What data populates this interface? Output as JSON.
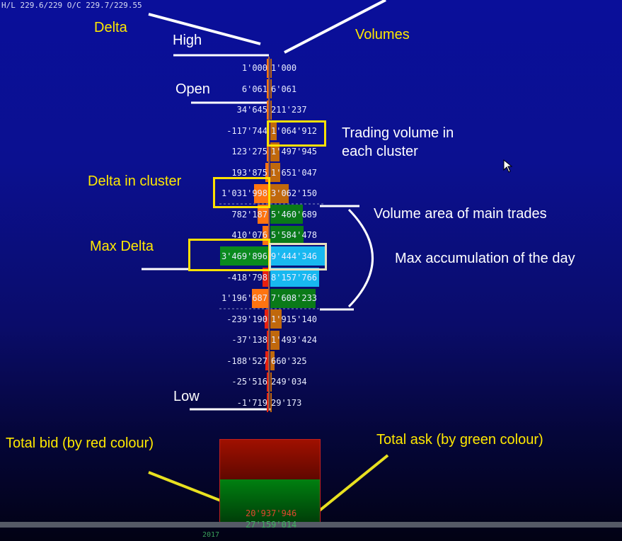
{
  "header": {
    "info": "H/L 229.6/229 O/C 229.7/229.55"
  },
  "colors": {
    "neg_delta": "#e82010",
    "pos_delta": "#ff7410",
    "max_delta": "#0a8a1e",
    "volume": "#c0680c",
    "value_area": "#0a7a18",
    "max_volume": "#18b8f0"
  },
  "rows": [
    {
      "delta": "1'000",
      "volume": "1'000",
      "d": 1000,
      "v": 1000,
      "zone": "normal"
    },
    {
      "delta": "6'061",
      "volume": "6'061",
      "d": 6061,
      "v": 6061,
      "zone": "normal"
    },
    {
      "delta": "34'645",
      "volume": "211'237",
      "d": 34645,
      "v": 211237,
      "zone": "normal"
    },
    {
      "delta": "-117'744",
      "volume": "1'064'912",
      "d": -117744,
      "v": 1064912,
      "zone": "normal"
    },
    {
      "delta": "123'275",
      "volume": "1'497'945",
      "d": 123275,
      "v": 1497945,
      "zone": "normal"
    },
    {
      "delta": "193'875",
      "volume": "1'651'047",
      "d": 193875,
      "v": 1651047,
      "zone": "normal"
    },
    {
      "delta": "1'031'998",
      "volume": "3'062'150",
      "d": 1031998,
      "v": 3062150,
      "zone": "normal"
    },
    {
      "delta": "782'187",
      "volume": "5'460'689",
      "d": 782187,
      "v": 5460689,
      "zone": "value"
    },
    {
      "delta": "410'076",
      "volume": "5'584'478",
      "d": 410076,
      "v": 5584478,
      "zone": "value"
    },
    {
      "delta": "3'469'896",
      "volume": "9'444'346",
      "d": 3469896,
      "v": 9444346,
      "zone": "max"
    },
    {
      "delta": "-418'798",
      "volume": "8'157'766",
      "d": -418798,
      "v": 8157766,
      "zone": "value-cyan"
    },
    {
      "delta": "1'196'687",
      "volume": "7'608'233",
      "d": 1196687,
      "v": 7608233,
      "zone": "value"
    },
    {
      "delta": "-239'190",
      "volume": "1'915'140",
      "d": -239190,
      "v": 1915140,
      "zone": "normal"
    },
    {
      "delta": "-37'138",
      "volume": "1'493'424",
      "d": -37138,
      "v": 1493424,
      "zone": "normal"
    },
    {
      "delta": "-188'527",
      "volume": "660'325",
      "d": -188527,
      "v": 660325,
      "zone": "normal"
    },
    {
      "delta": "-25'516",
      "volume": "249'034",
      "d": -25516,
      "v": 249034,
      "zone": "normal"
    },
    {
      "delta": "-1'719",
      "volume": "29'173",
      "d": -1719,
      "v": 29173,
      "zone": "normal"
    }
  ],
  "annotations": {
    "delta": "Delta",
    "high": "High",
    "volumes": "Volumes",
    "open": "Open",
    "trading_volume": "Trading volume in",
    "trading_volume2": "each cluster",
    "delta_in_cluster": "Delta in cluster",
    "volume_area": "Volume area of main trades",
    "max_delta": "Max Delta",
    "max_accumulation": "Max accumulation of the day",
    "low": "Low",
    "total_bid": "Total bid (by red colour)",
    "total_ask": "Total ask (by green colour)"
  },
  "totals": {
    "bid": "20'937'946",
    "ask": "27'159'014"
  },
  "axis": {
    "year": "2017"
  }
}
